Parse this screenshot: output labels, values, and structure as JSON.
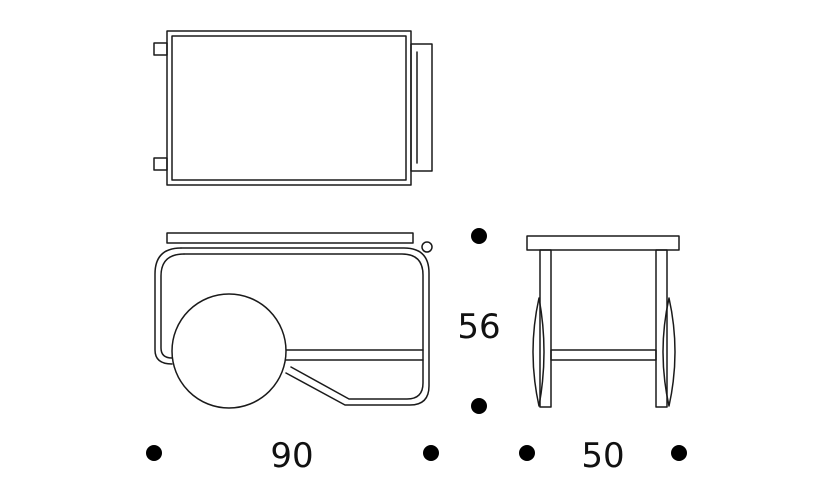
{
  "dimensions": {
    "height": "56",
    "length": "90",
    "depth": "50"
  }
}
